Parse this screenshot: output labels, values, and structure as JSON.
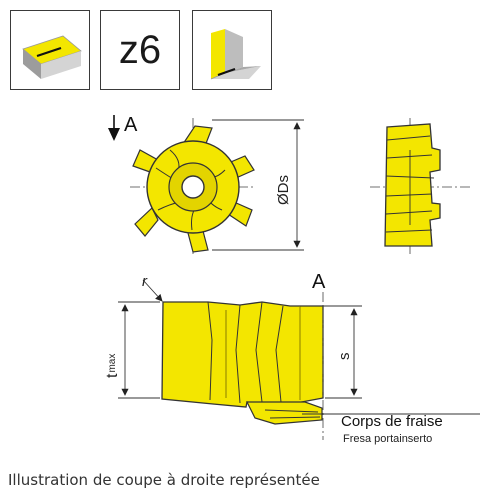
{
  "icons": {
    "cut_direction": "insert-top-cut-icon",
    "teeth_count": "z6",
    "corner_cut": "insert-corner-cut-icon"
  },
  "labels": {
    "section_mark_top": "A",
    "section_mark_side": "A",
    "diameter": "ØDs",
    "radius": "r",
    "tmax_t": "t",
    "tmax_sub": "max",
    "s": "s",
    "body_fr": "Corps de fraise",
    "body_it": "Fresa portainserto"
  },
  "caption": "Illustration de coupe à droite représentée",
  "colors": {
    "insert_yellow": "#f3e600",
    "insert_dark": "#c9b800",
    "outline": "#333333",
    "tile_border": "#3a3a3a",
    "grey_block": "#cfcfcf"
  }
}
